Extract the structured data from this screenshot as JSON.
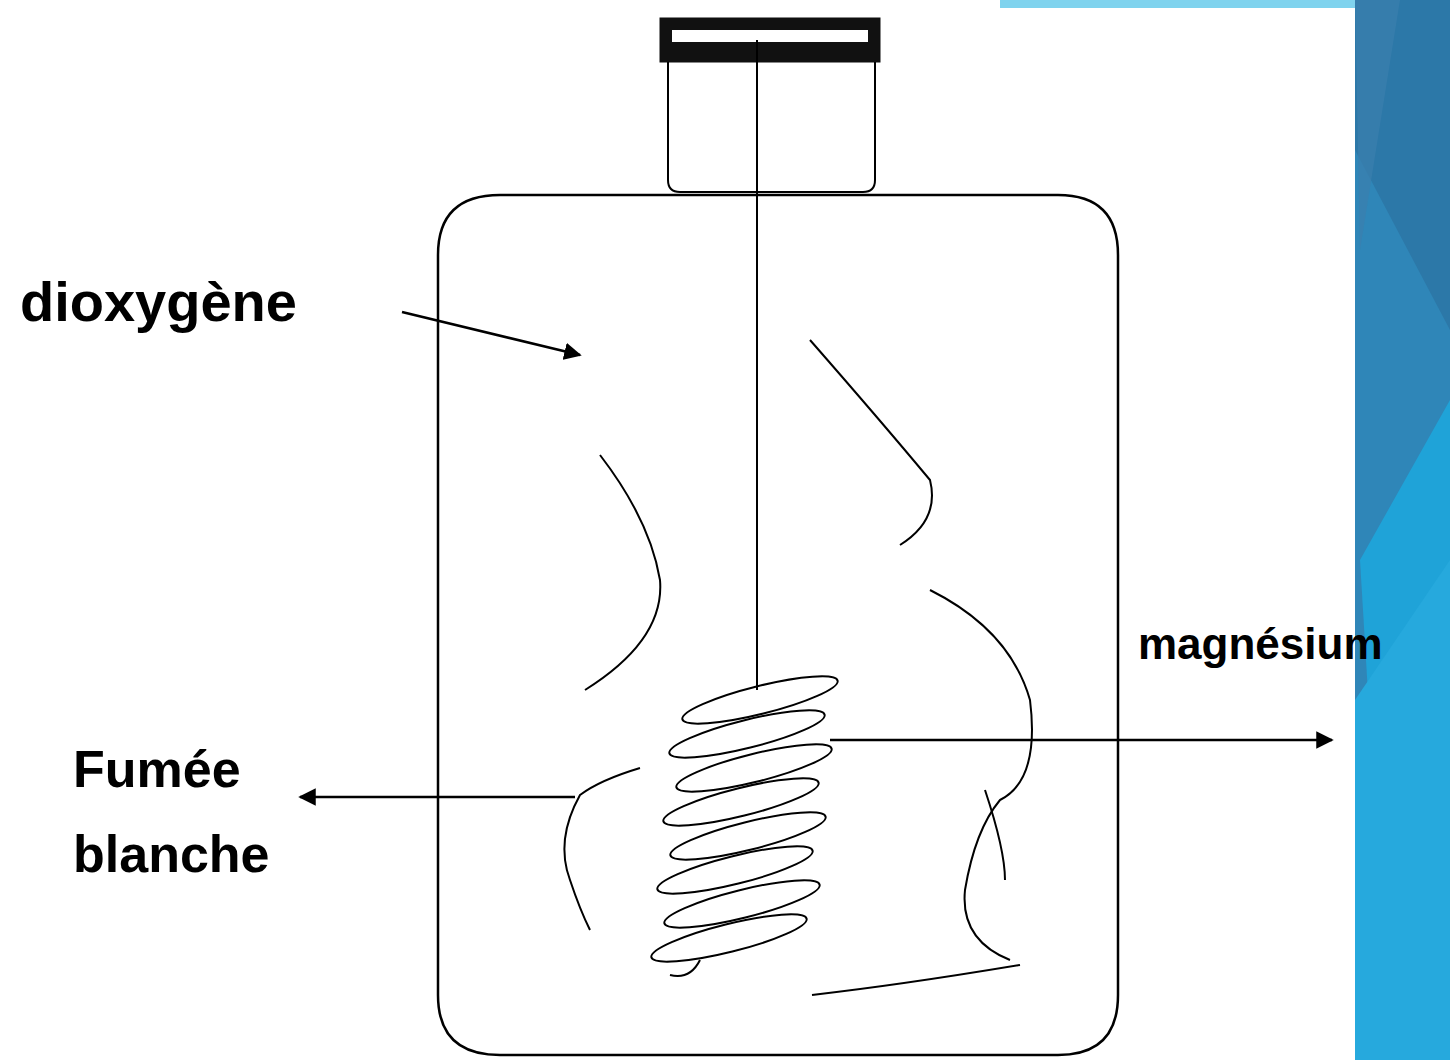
{
  "diagram": {
    "labels": [
      "dioxygène",
      "magnésium",
      "Fumée blanche"
    ]
  }
}
